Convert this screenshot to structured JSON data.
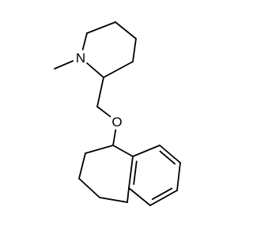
{
  "molecule": {
    "atoms": [
      {
        "id": "N",
        "label": "N"
      },
      {
        "id": "O",
        "label": "O"
      }
    ]
  }
}
